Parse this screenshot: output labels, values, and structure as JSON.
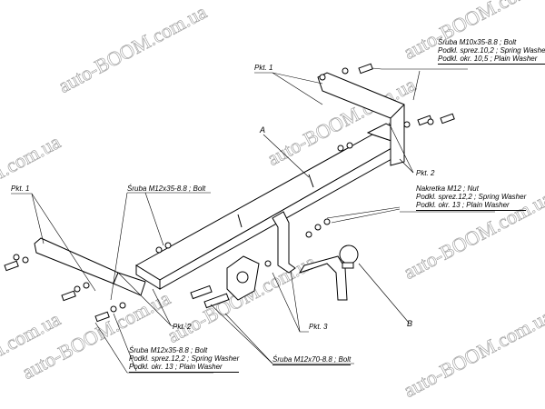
{
  "watermark": "auto-BOOM.com.ua",
  "labels": {
    "pkt1_top": "Pkt. 1",
    "pkt1_left": "Pkt. 1",
    "pkt2_right": "Pkt. 2",
    "pkt2_left": "Pkt. 2",
    "pkt3": "Pkt. 3",
    "part_a": "A",
    "part_b": "B",
    "mid_bolt": "Śruba M12x35-8.8 ; Bolt"
  },
  "callouts": {
    "top_right": [
      "Śruba M10x35-8.8 ; Bolt",
      "Podkl. sprez.10,2 ; Spring Washer",
      "Podkl. okr. 10,5 ; Plain Washer"
    ],
    "right_mid": [
      "Nakretka M12 ; Nut",
      "Podkl. sprez.12,2 ; Spring Washer",
      "Podkl. okr. 13 ; Plain Washer"
    ],
    "bottom_left": [
      "Śruba M12x35-8.8 ; Bolt",
      "Podkl. sprez.12,2 ; Spring Washer",
      "Podkl. okr. 13 ; Plain Washer"
    ],
    "bottom_mid": "Śruba M12x70-8.8 ;  Bolt"
  }
}
